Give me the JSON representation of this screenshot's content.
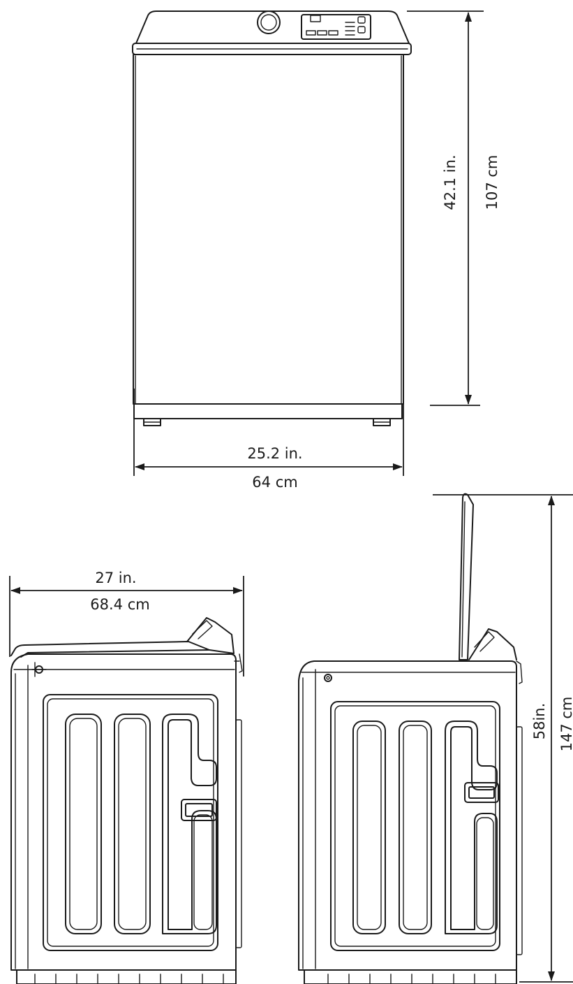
{
  "front_view": {
    "width_in": "25.2 in.",
    "width_cm": "64 cm",
    "height_in": "42.1 in.",
    "height_cm": "107 cm"
  },
  "side_view": {
    "depth_in": "27 in.",
    "depth_cm": "68.4 cm"
  },
  "side_view_lid_open": {
    "height_in": "58in.",
    "height_cm": "147 cm"
  },
  "colors": {
    "line": "#1a1a1a",
    "background": "#ffffff"
  }
}
